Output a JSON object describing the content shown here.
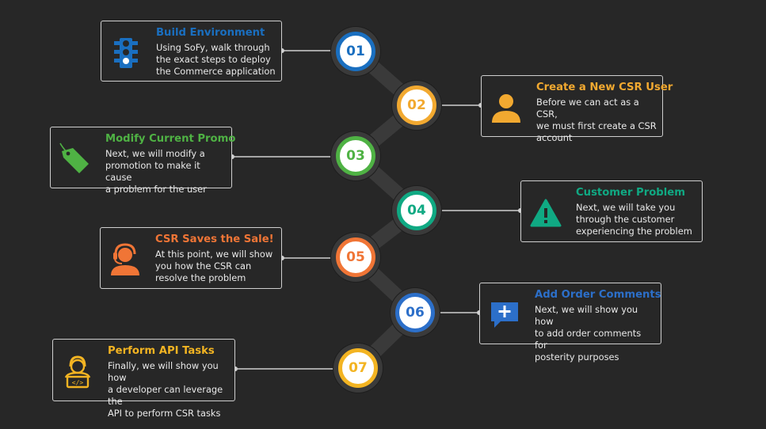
{
  "steps": [
    {
      "number": "01",
      "title": "Build Environment",
      "description": "Using SoFy, walk through\nthe exact steps to deploy\nthe Commerce application",
      "color": "#1a6fc0",
      "icon": "traffic-light-icon"
    },
    {
      "number": "02",
      "title": "Create a New CSR User",
      "description": "Before we can act as a CSR,\nwe must first create a CSR\naccount",
      "color": "#f2a930",
      "icon": "user-icon"
    },
    {
      "number": "03",
      "title": "Modify Current Promo",
      "description": "Next, we will modify a\npromotion to make it cause\na problem for the user",
      "color": "#4fb244",
      "icon": "price-tag-icon"
    },
    {
      "number": "04",
      "title": "Customer Problem",
      "description": "Next, we will take you\nthrough the customer\nexperiencing the problem",
      "color": "#10a983",
      "icon": "warning-icon"
    },
    {
      "number": "05",
      "title": "CSR Saves the Sale!",
      "description": "At this point, we will show\nyou how the CSR can\nresolve the problem",
      "color": "#f07536",
      "icon": "headset-agent-icon"
    },
    {
      "number": "06",
      "title": "Add Order Comments",
      "description": "Next, we will show you how\nto add order comments for\nposterity purposes",
      "color": "#2c6fc9",
      "icon": "add-comment-icon"
    },
    {
      "number": "07",
      "title": "Perform API Tasks",
      "description": "Finally, we will show you how\na developer can leverage the\nAPI to perform CSR tasks",
      "color": "#f3b422",
      "icon": "developer-icon"
    }
  ]
}
